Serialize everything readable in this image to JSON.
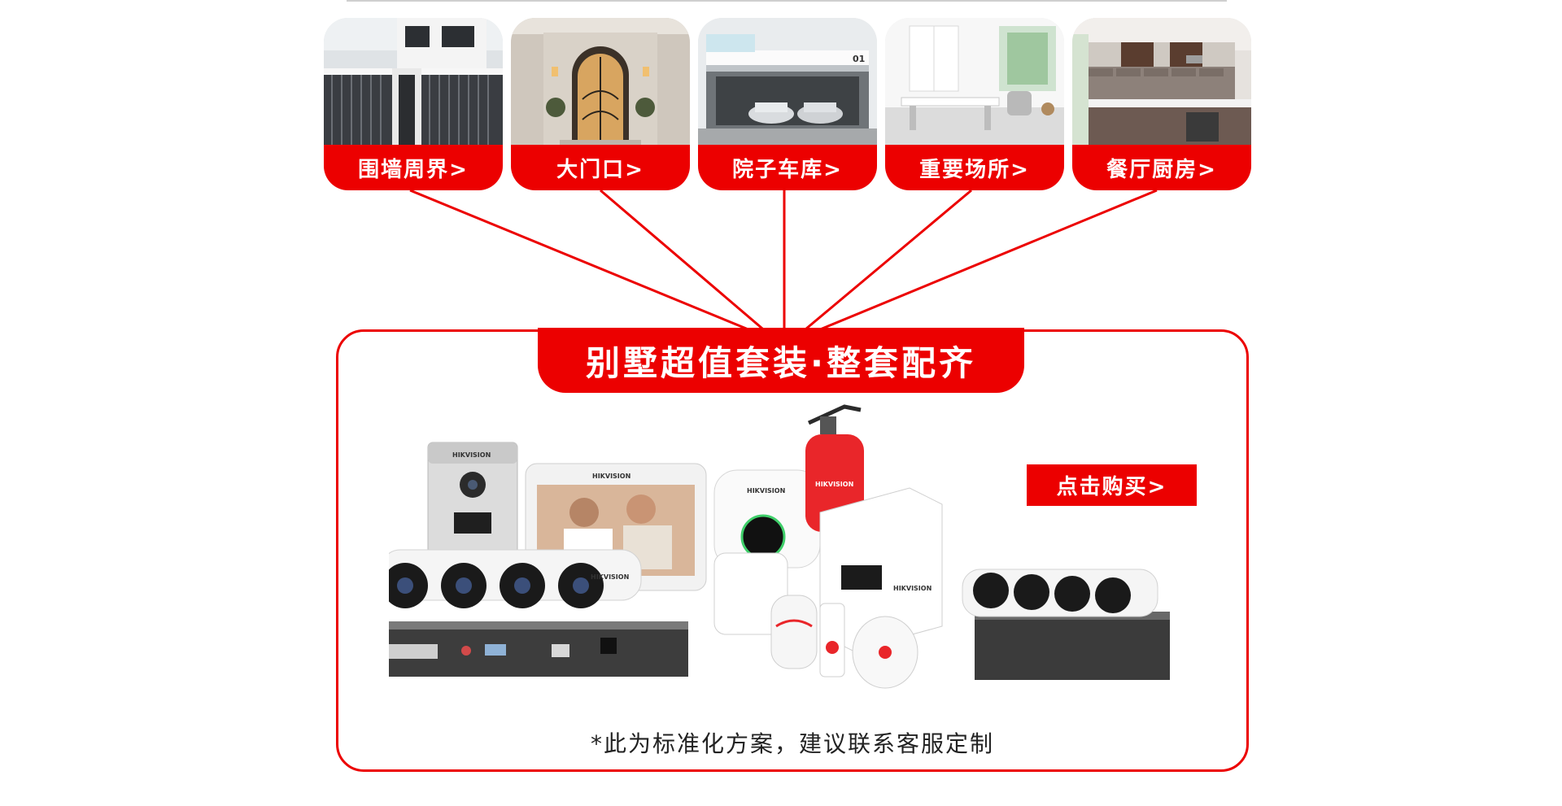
{
  "scenes": [
    {
      "label": "围墙周界>",
      "icon": "fence-gate-photo"
    },
    {
      "label": "大门口>",
      "icon": "front-door-photo"
    },
    {
      "label": "院子车库>",
      "icon": "garage-photo"
    },
    {
      "label": "重要场所>",
      "icon": "office-photo"
    },
    {
      "label": "餐厅厨房>",
      "icon": "kitchen-photo"
    }
  ],
  "kit": {
    "banner": "别墅超值套装·整套配齐",
    "buy_label": "点击购买>",
    "note": "*此为标准化方案，建议联系客服定制",
    "brand_text": "HIKVISION",
    "garage_number": "01"
  },
  "colors": {
    "accent": "#ec0000",
    "frame": "#ec0000",
    "text": "#222222"
  }
}
